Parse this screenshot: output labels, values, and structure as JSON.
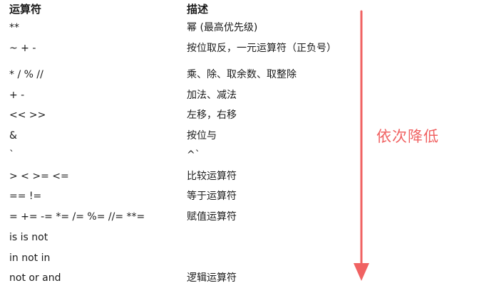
{
  "header": {
    "operator": "运算符",
    "description": "描述"
  },
  "rows": [
    {
      "op": "**",
      "desc": "幂 (最高优先级)"
    },
    {
      "op": "~ + -",
      "desc": "按位取反，一元运算符（正负号）"
    },
    {
      "op": "* / % //",
      "desc": "乘、除、取余数、取整除"
    },
    {
      "op": "+ -",
      "desc": "加法、减法"
    },
    {
      "op": "<< >>",
      "desc": "左移，右移"
    },
    {
      "op": "&",
      "desc": "按位与"
    },
    {
      "op": "`",
      "desc": "^`"
    },
    {
      "op": "> < >= <=",
      "desc": "比较运算符"
    },
    {
      "op": "== !=",
      "desc": "等于运算符"
    },
    {
      "op": "= += -= *= /= %= //= **=",
      "desc": "赋值运算符"
    },
    {
      "op": "is is not",
      "desc": ""
    },
    {
      "op": "in not in",
      "desc": ""
    },
    {
      "op": "not or and",
      "desc": "逻辑运算符"
    }
  ],
  "annotation": {
    "text": "依次降低",
    "color": "#f06262"
  }
}
